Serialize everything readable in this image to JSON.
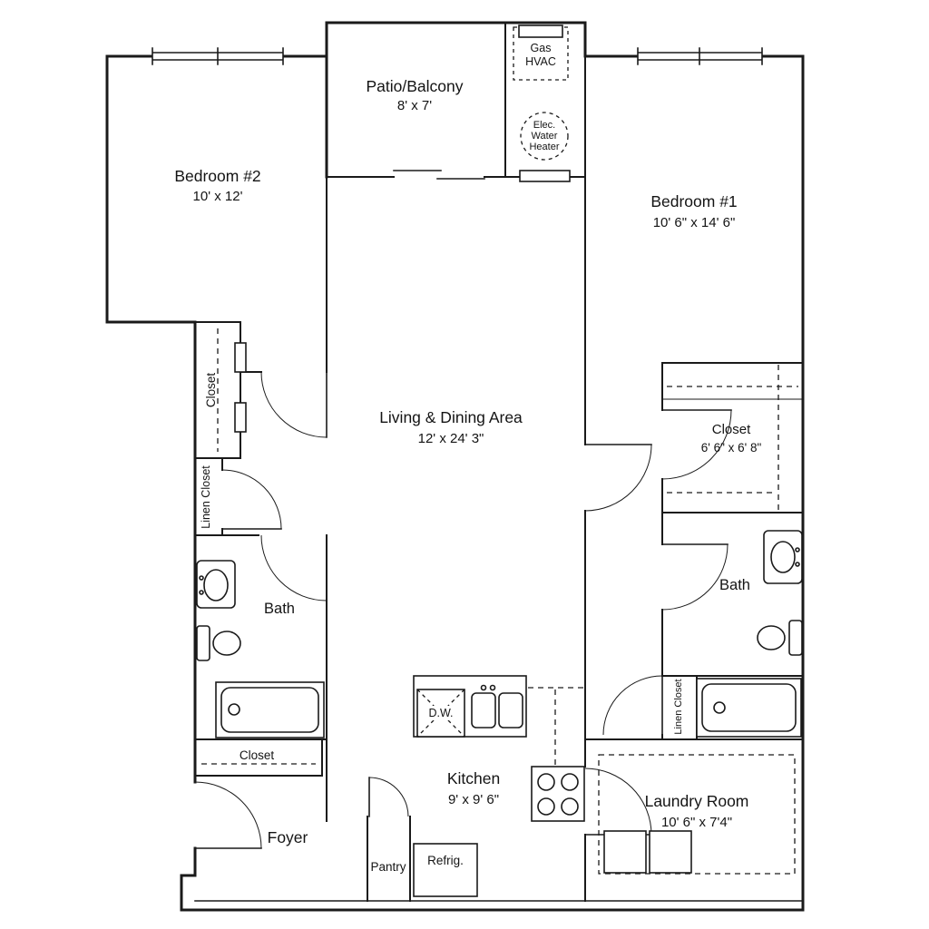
{
  "plan": {
    "bedroom2": {
      "name": "Bedroom #2",
      "dims": "10' x 12'"
    },
    "bedroom1": {
      "name": "Bedroom #1",
      "dims": "10' 6\" x 14' 6\""
    },
    "patio": {
      "name": "Patio/Balcony",
      "dims": "8' x 7'"
    },
    "gas_hvac": {
      "line1": "Gas",
      "line2": "HVAC"
    },
    "water_heater": {
      "line1": "Elec.",
      "line2": "Water",
      "line3": "Heater"
    },
    "living": {
      "name": "Living & Dining Area",
      "dims": "12' x 24' 3\""
    },
    "closet_left": {
      "name": "Closet"
    },
    "linen_left": {
      "name": "Linen Closet"
    },
    "closet_right": {
      "name": "Closet",
      "dims": "6' 6\" x 6' 8\""
    },
    "bath_left": {
      "name": "Bath"
    },
    "bath_right": {
      "name": "Bath"
    },
    "linen_right": {
      "name": "Linen Closet"
    },
    "closet_entry": {
      "name": "Closet"
    },
    "foyer": {
      "name": "Foyer"
    },
    "kitchen": {
      "name": "Kitchen",
      "dims": "9' x 9' 6\""
    },
    "dishwasher": {
      "name": "D.W."
    },
    "refrigerator": {
      "name": "Refrig."
    },
    "pantry": {
      "name": "Pantry"
    },
    "laundry": {
      "name": "Laundry Room",
      "dims": "10' 6\" x 7'4\""
    }
  },
  "colors": {
    "wall": "#1a1a1a",
    "background": "#ffffff"
  }
}
